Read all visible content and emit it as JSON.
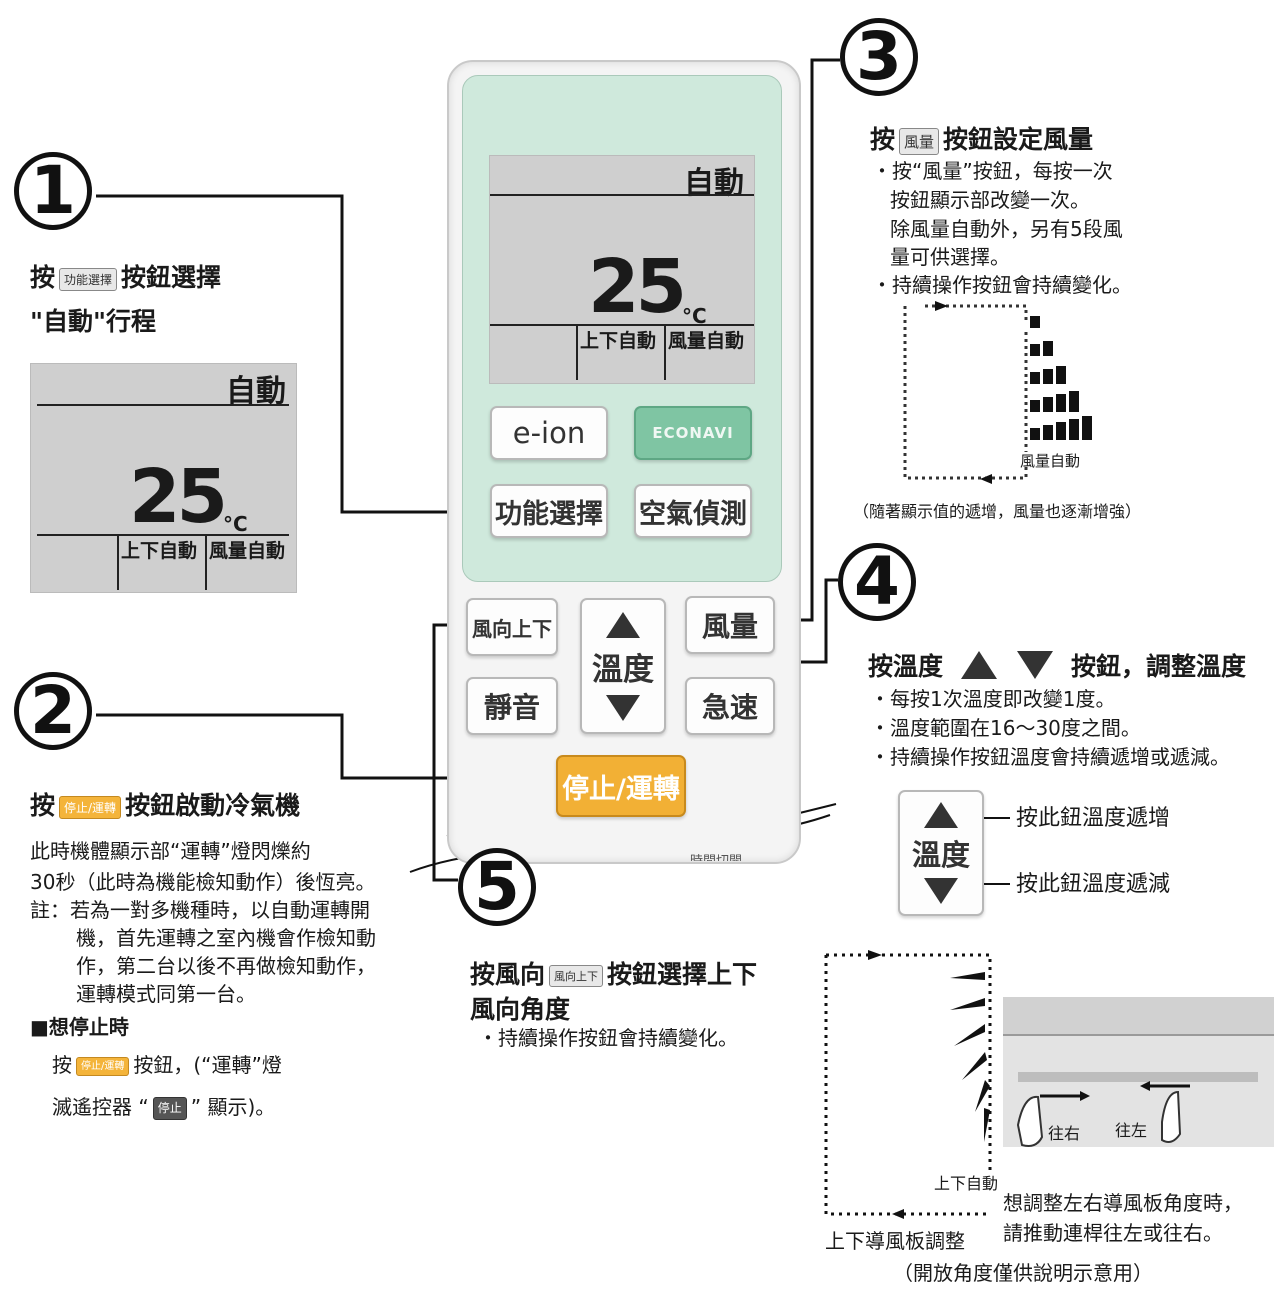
{
  "numbers": [
    "1",
    "2",
    "3",
    "4",
    "5"
  ],
  "section1": {
    "prefix": "按",
    "chip": "功能選擇",
    "suffix": "按鈕選擇",
    "line2": "\"自動\"行程"
  },
  "lcd": {
    "mode": "自動",
    "temp": "25",
    "unit": "°C",
    "label_left": "上下自動",
    "label_right": "風量自動"
  },
  "remote": {
    "btn_eion": "e-ion",
    "btn_econavi": "ECONAVI",
    "btn_function": "功能選擇",
    "btn_air": "空氣偵測",
    "btn_vane": "風向上下",
    "btn_temp": "溫度",
    "btn_fan": "風量",
    "btn_quiet": "靜音",
    "btn_powerful": "急速",
    "btn_power": "停止/運轉",
    "btn_timer_partial": "時間切開"
  },
  "section2": {
    "prefix": "按",
    "chip": "停止/運轉",
    "suffix": "按鈕啟動冷氣機",
    "para": [
      "此時機體顯示部“運轉”燈閃爍約",
      "30秒（此時為機能檢知動作）後恆亮。",
      "註：若為一對多機種時，以自動運轉開",
      "機，首先運轉之室內機會作檢知動",
      "作，第二台以後不再做檢知動作，",
      "運轉模式同第一台。"
    ],
    "stop_heading": "■想停止時",
    "stop_line1_prefix": "按",
    "stop_line1_chip": "停止/運轉",
    "stop_line1_suffix": "按鈕，(“運轉”燈",
    "stop_line2_prefix": "滅遙控器 “",
    "stop_line2_chip": "停止",
    "stop_line2_suffix": "” 顯示)。"
  },
  "section3": {
    "prefix": "按",
    "chip": "風量",
    "suffix": "按鈕設定風量",
    "bullets": [
      "・按“風量”按鈕，每按一次",
      "按鈕顯示部改變一次。",
      "除風量自動外，另有5段風",
      "量可供選擇。",
      "・持續操作按鈕會持續變化。"
    ],
    "fan_auto_label": "風量自動",
    "note": "（隨著顯示值的遞增，風量也逐漸增強）"
  },
  "section4": {
    "prefix": "按溫度",
    "suffix": "按鈕，調整溫度",
    "bullets": [
      "・每按1次溫度即改變1度。",
      "・溫度範圍在16～30度之間。",
      "・持續操作按鈕溫度會持續遞增或遞減。"
    ],
    "btn_label": "溫度",
    "up_label": "按此鈕溫度遞增",
    "down_label": "按此鈕溫度遞減"
  },
  "section5": {
    "prefix": "按風向",
    "chip": "風向上下",
    "suffix": "按鈕選擇上下",
    "line2": "風向角度",
    "bullet": "・持續操作按鈕會持續變化。",
    "label_auto": "上下自動",
    "label_right": "往右",
    "label_left": "往左",
    "note_lr": [
      "想調整左右導風板角度時，",
      "請推動連桿往左或往右。"
    ],
    "label_vane": "上下導風板調整",
    "note_angle": "（開放角度僅供說明示意用）"
  },
  "colors": {
    "lcd_bg": "#cfcfcf",
    "remote_panel": "#cfe9dc",
    "econavi": "#7fc5a3",
    "power_button": "#f2b035"
  }
}
